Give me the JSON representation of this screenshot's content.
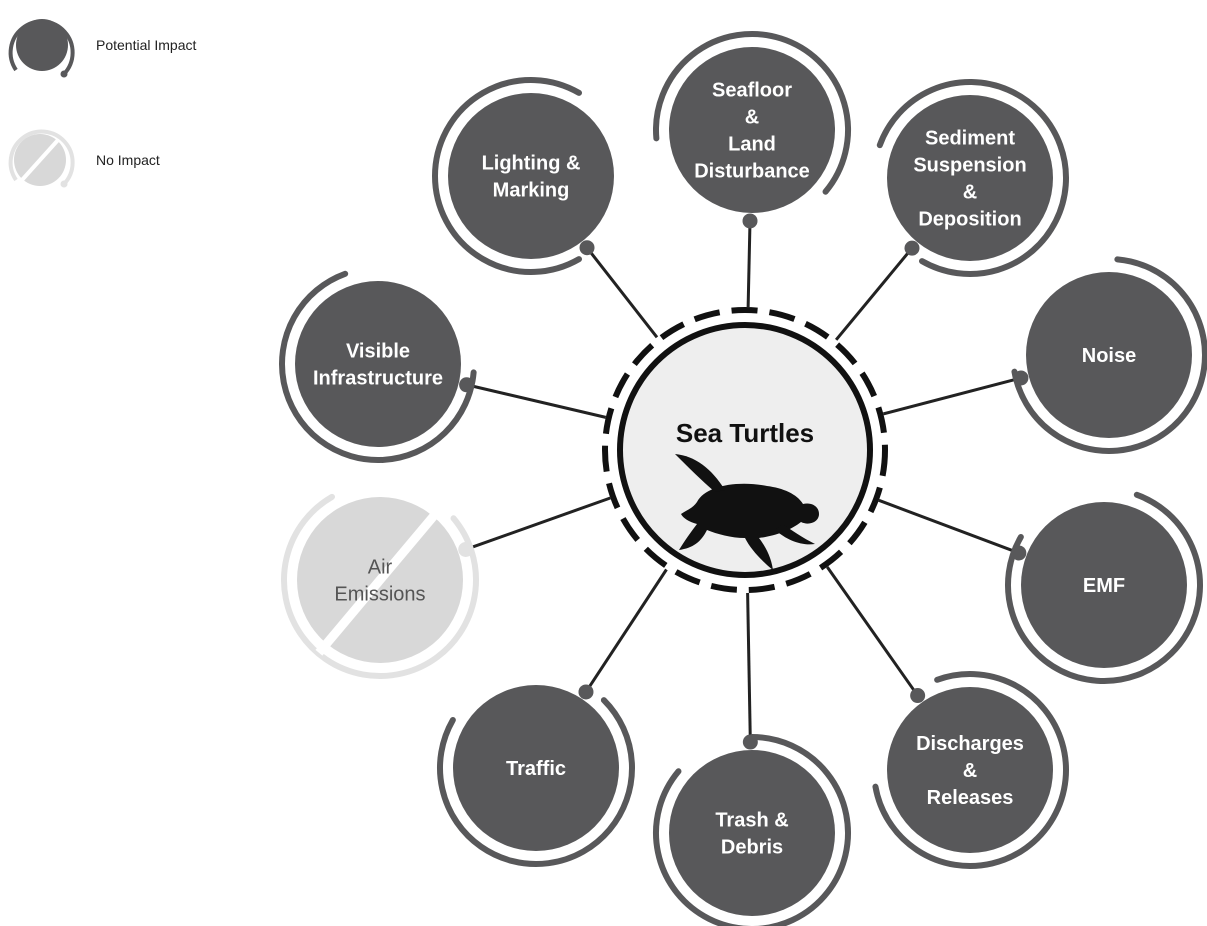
{
  "legend": {
    "potential_label": "Potential Impact",
    "none_label": "No Impact"
  },
  "center": {
    "title": "Sea Turtles",
    "icon": "sea-turtle-icon"
  },
  "colors": {
    "impact": "#58585a",
    "no_impact": "#d8d8d8",
    "no_impact_ring": "#e2e2e2",
    "center_fill": "#eeeeee",
    "line": "#222222"
  },
  "nodes": [
    {
      "id": "seafloor-land-disturbance",
      "lines": [
        "Seafloor",
        "&",
        "Land",
        "Disturbance"
      ],
      "impact": "potential"
    },
    {
      "id": "sediment-suspension-deposition",
      "lines": [
        "Sediment",
        "Suspension",
        "&",
        "Deposition"
      ],
      "impact": "potential"
    },
    {
      "id": "noise",
      "lines": [
        "Noise"
      ],
      "impact": "potential"
    },
    {
      "id": "emf",
      "lines": [
        "EMF"
      ],
      "impact": "potential"
    },
    {
      "id": "discharges-releases",
      "lines": [
        "Discharges",
        "&",
        "Releases"
      ],
      "impact": "potential"
    },
    {
      "id": "trash-debris",
      "lines": [
        "Trash &",
        "Debris"
      ],
      "impact": "potential"
    },
    {
      "id": "traffic",
      "lines": [
        "Traffic"
      ],
      "impact": "potential"
    },
    {
      "id": "air-emissions",
      "lines": [
        "Air",
        "Emissions"
      ],
      "impact": "none"
    },
    {
      "id": "visible-infrastructure",
      "lines": [
        "Visible",
        "Infrastructure"
      ],
      "impact": "potential"
    },
    {
      "id": "lighting-marking",
      "lines": [
        "Lighting &",
        "Marking"
      ],
      "impact": "potential"
    }
  ]
}
